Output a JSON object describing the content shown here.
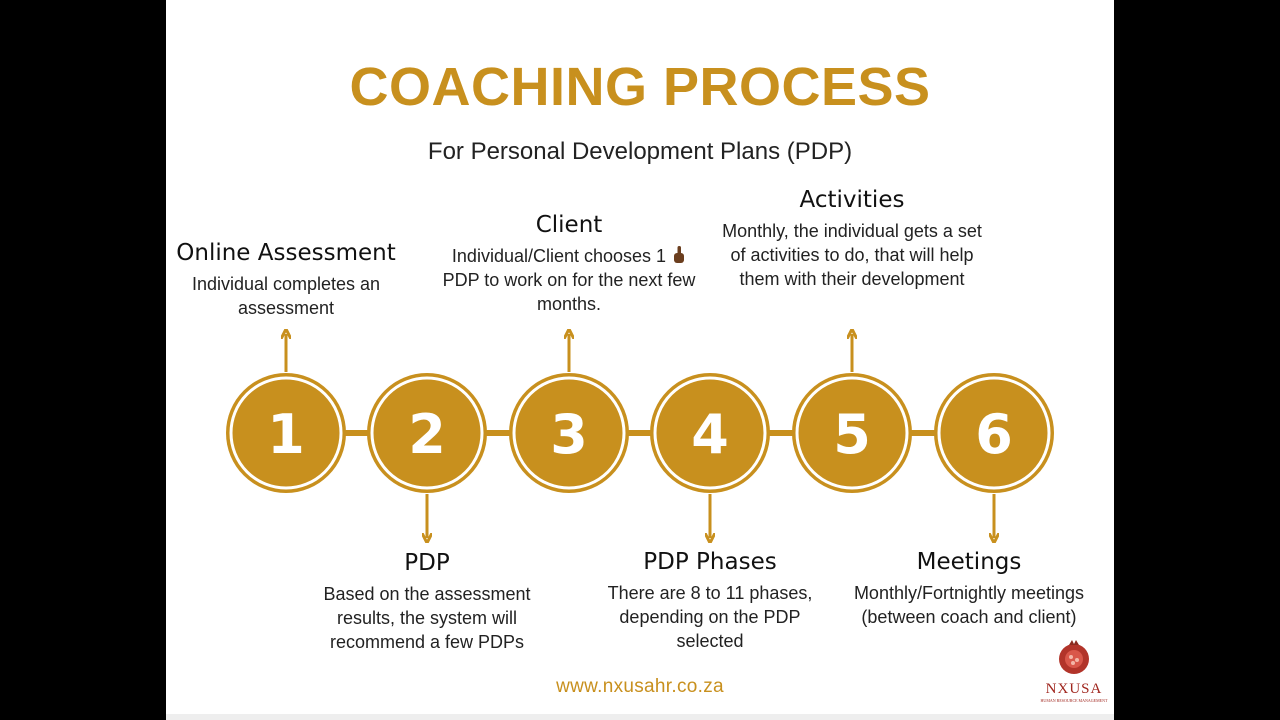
{
  "title": "COACHING PROCESS",
  "subtitle": "For Personal Development Plans (PDP)",
  "colors": {
    "accent": "#c8901e",
    "circle_fill": "#c8901e",
    "circle_ring": "#ffffff",
    "text": "#222222"
  },
  "steps": [
    {
      "number": "1",
      "heading": "Online Assessment",
      "description": "Individual completes an assessment",
      "position": "above"
    },
    {
      "number": "2",
      "heading": "PDP",
      "description": "Based on the assessment results, the system will recommend a few PDPs",
      "position": "below"
    },
    {
      "number": "3",
      "heading": "Client",
      "description": "Individual/Client chooses 1",
      "description_tail": "PDP to work on for the next few months.",
      "icon": "pointing-finger-icon",
      "position": "above"
    },
    {
      "number": "4",
      "heading": "PDP Phases",
      "description": "There are 8 to 11 phases, depending on the PDP selected",
      "position": "below"
    },
    {
      "number": "5",
      "heading": "Activities",
      "description": "Monthly, the individual gets a set of activities to do, that will help them with their development",
      "position": "above"
    },
    {
      "number": "6",
      "heading": "Meetings",
      "description": "Monthly/Fortnightly meetings (between coach and client)",
      "position": "below"
    }
  ],
  "footer": {
    "website": "www.nxusahr.co.za"
  },
  "logo": {
    "brand": "NXUSA",
    "tagline": "HUMAN RESOURCE MANAGEMENT",
    "icon": "pomegranate-icon"
  }
}
